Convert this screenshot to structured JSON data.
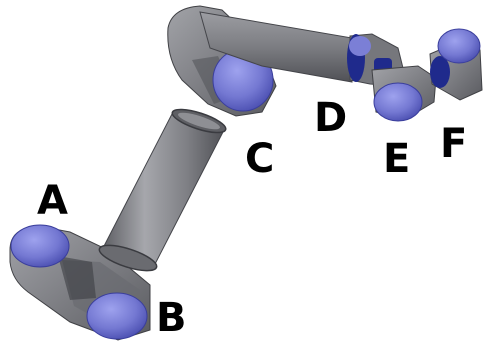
{
  "labels": {
    "A": "A",
    "B": "B",
    "C": "C",
    "D": "D",
    "E": "E",
    "F": "F"
  },
  "colors": {
    "metal_light": "#9a9ba0",
    "metal_mid": "#76777c",
    "metal_dark": "#4e4f54",
    "joint_cap": "#7b7fd6",
    "joint_cap_dark": "#3e42a8",
    "joint_ring": "#1f2a8c",
    "label": "#000000"
  }
}
